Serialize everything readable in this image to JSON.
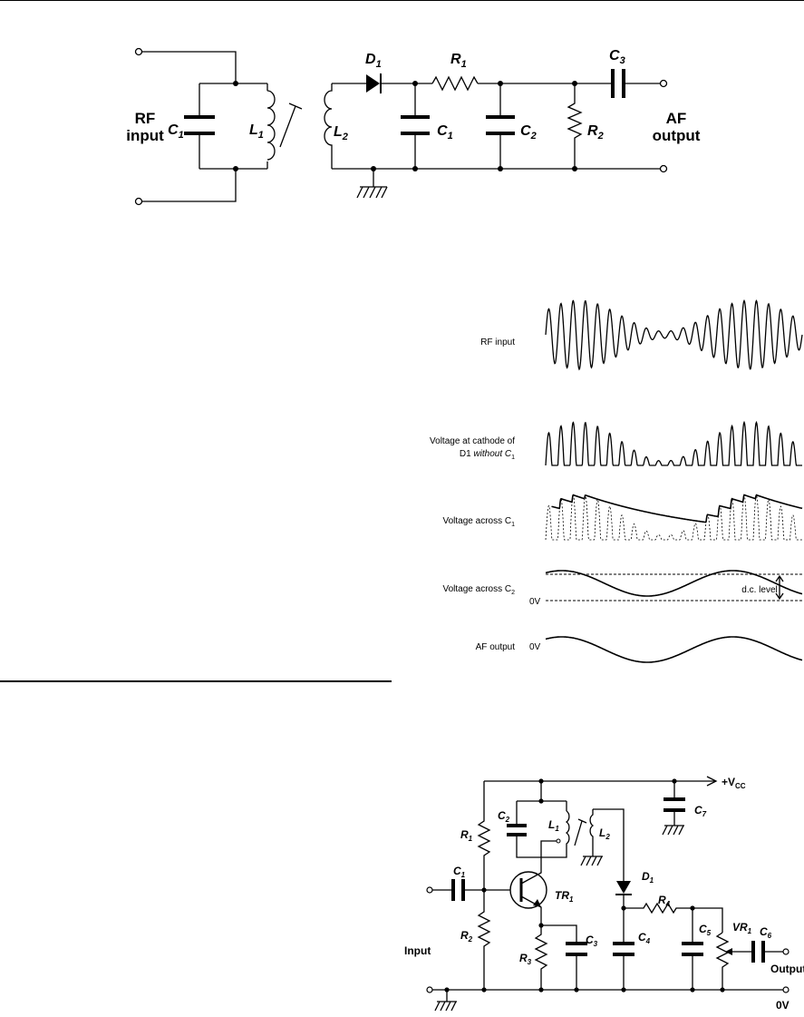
{
  "circuit1": {
    "rf_input": [
      "RF",
      "input"
    ],
    "af_output": [
      "AF",
      "output"
    ],
    "C1_left": {
      "base": "C",
      "sub": "1"
    },
    "L1": {
      "base": "L",
      "sub": "1"
    },
    "L2": {
      "base": "L",
      "sub": "2"
    },
    "D1": {
      "base": "D",
      "sub": "1"
    },
    "R1": {
      "base": "R",
      "sub": "1"
    },
    "C3": {
      "base": "C",
      "sub": "3"
    },
    "C1_right": {
      "base": "C",
      "sub": "1"
    },
    "C2": {
      "base": "C",
      "sub": "2"
    },
    "R2": {
      "base": "R",
      "sub": "2"
    }
  },
  "waveforms": {
    "rf_input": "RF input",
    "cathode_line1": "Voltage at cathode of",
    "cathode_line2_a": "D1 ",
    "cathode_line2_b": "without",
    "cathode_line2_c": " C",
    "cathode_line2_sub": "1",
    "across_c1": "Voltage across C",
    "across_c1_sub": "1",
    "across_c2": "Voltage across C",
    "across_c2_sub": "2",
    "zero_v_c2": "0V",
    "dc_level": "d.c. level",
    "af_output": "AF output",
    "zero_v_af": "0V"
  },
  "circuit2": {
    "vcc": "+V",
    "vcc_sub": "CC",
    "input": "Input",
    "output": "Output",
    "zero_v": "0V",
    "R1": {
      "base": "R",
      "sub": "1"
    },
    "R2": {
      "base": "R",
      "sub": "2"
    },
    "R3": {
      "base": "R",
      "sub": "3"
    },
    "R4": {
      "base": "R",
      "sub": "4"
    },
    "C1": {
      "base": "C",
      "sub": "1"
    },
    "C2": {
      "base": "C",
      "sub": "2"
    },
    "C3": {
      "base": "C",
      "sub": "3"
    },
    "C4": {
      "base": "C",
      "sub": "4"
    },
    "C5": {
      "base": "C",
      "sub": "5"
    },
    "C6": {
      "base": "C",
      "sub": "6"
    },
    "C7": {
      "base": "C",
      "sub": "7"
    },
    "L1": {
      "base": "L",
      "sub": "1"
    },
    "L2": {
      "base": "L",
      "sub": "2"
    },
    "D1": {
      "base": "D",
      "sub": "1"
    },
    "TR1": {
      "base": "TR",
      "sub": "1"
    },
    "VR1": {
      "base": "VR",
      "sub": "1"
    }
  }
}
